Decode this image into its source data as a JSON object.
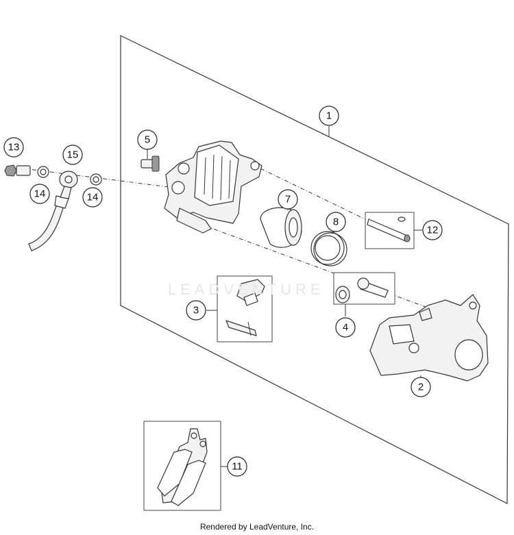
{
  "diagram": {
    "callouts": [
      "1",
      "2",
      "3",
      "4",
      "5",
      "7",
      "8",
      "11",
      "12",
      "13",
      "14",
      "14",
      "15"
    ]
  },
  "watermark": "LEADVENTURE",
  "footer": "Rendered by LeadVenture, Inc."
}
